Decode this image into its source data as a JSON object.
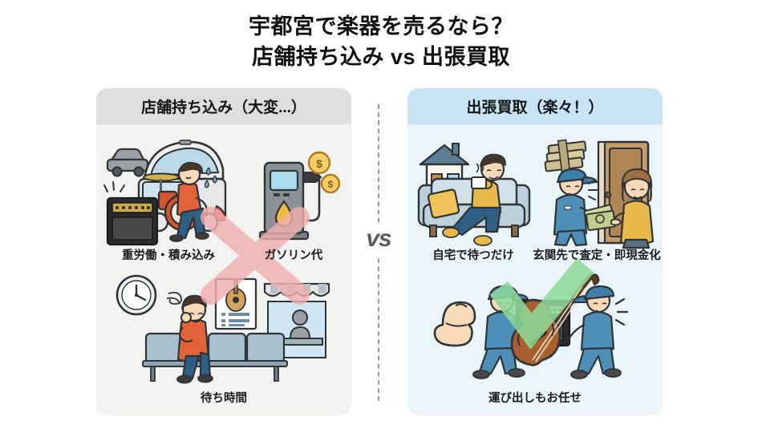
{
  "title": {
    "line1": "宇都宮で楽器を売るなら？",
    "line2": "店舗持ち込み vs 出張買取"
  },
  "divider": {
    "vs_label": "vs"
  },
  "panels": {
    "left": {
      "header": "店舗持ち込み（大変...）",
      "background_color": "#f2f2f1",
      "header_color": "#dedede",
      "overlay_icon": "red-cross-icon",
      "overlay_color": "#f3b4b4",
      "items": [
        {
          "caption": "重労働・積み込み",
          "icon": "loading-instruments-into-car-illustration"
        },
        {
          "caption": "ガソリン代",
          "icon": "gas-pump-with-coins-illustration"
        },
        {
          "caption": "待ち時間",
          "icon": "waiting-room-bench-illustration"
        }
      ]
    },
    "right": {
      "header": "出張買取（楽々！）",
      "background_color": "#e9f4fb",
      "header_color": "#c7e3f4",
      "overlay_icon": "green-check-icon",
      "overlay_color": "#8ed89a",
      "items": [
        {
          "caption": "自宅で待つだけ",
          "icon": "relaxing-on-sofa-at-home-illustration"
        },
        {
          "caption": "玄関先で査定・即現金化",
          "icon": "cash-handover-at-door-illustration"
        },
        {
          "caption": "運び出しもお任せ",
          "icon": "staff-carrying-double-bass-illustration"
        }
      ]
    }
  }
}
